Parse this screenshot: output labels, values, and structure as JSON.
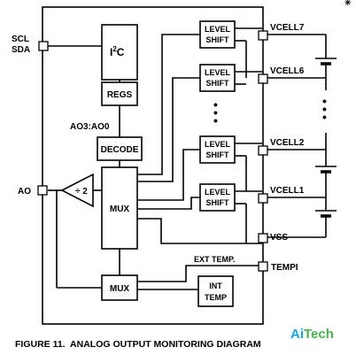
{
  "pins": {
    "scl": "SCL",
    "sda": "SDA",
    "ao": "AO",
    "vcell7": "VCELL7",
    "vcell6": "VCELL6",
    "vcell2": "VCELL2",
    "vcell1": "VCELL1",
    "vss": "VSS",
    "tempi": "TEMPI"
  },
  "blocks": {
    "i2c": "I",
    "i2c_sup": "2",
    "i2c_tail": "C",
    "regs": "REGS",
    "decode": "DECODE",
    "mux_main": "MUX",
    "mux_temp": "MUX",
    "level_shift_line1": "LEVEL",
    "level_shift_line2": "SHIFT",
    "int_temp_line1": "INT",
    "int_temp_line2": "TEMP",
    "amp_gain": "÷ 2"
  },
  "labels": {
    "ao_bus": "AO3:AO0",
    "ext_temp": "EXT TEMP.",
    "ellipsis": "•"
  },
  "caption": "FIGURE 11.  ANALOG OUTPUT MONITORING DIAGRAM",
  "watermark": {
    "part1": "Ai",
    "part2": "Tech",
    "color1": "#1aa3d9",
    "color2": "#4caf50"
  }
}
